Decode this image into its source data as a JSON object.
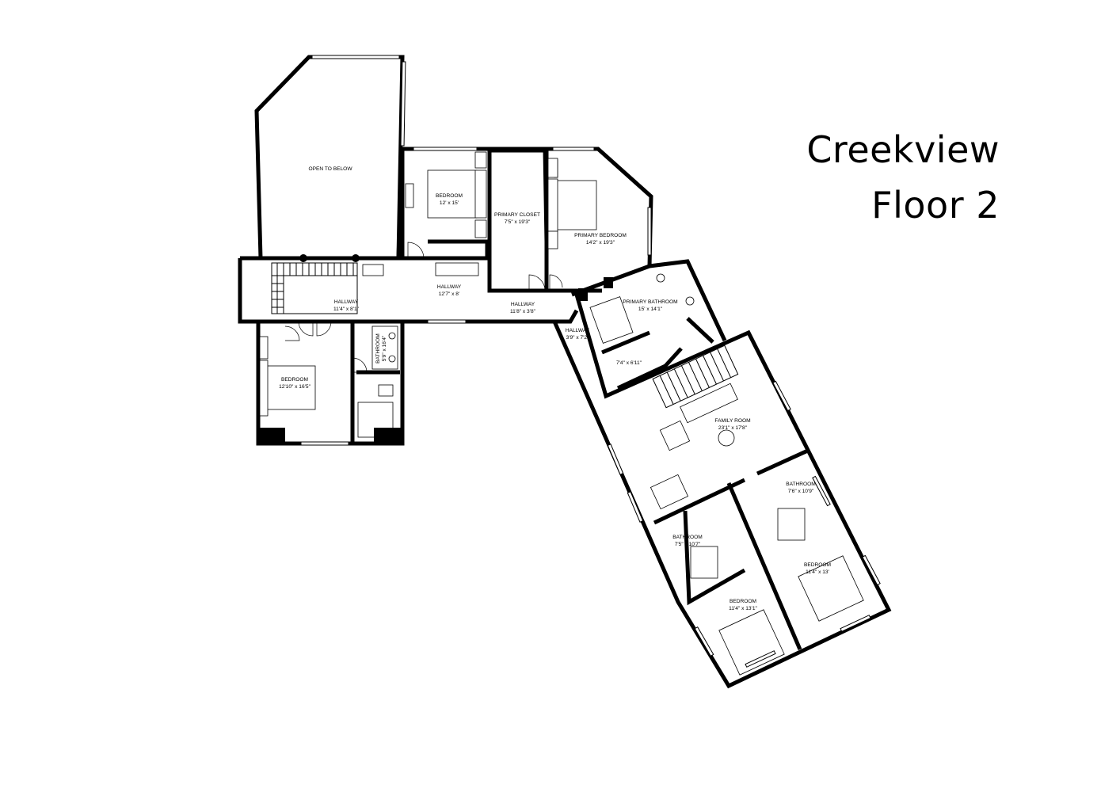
{
  "title": {
    "line1": "Creekview",
    "line2": "Floor 2"
  },
  "rooms": [
    {
      "id": "open",
      "lines": [
        "OPEN TO BELOW"
      ]
    },
    {
      "id": "bed1",
      "lines": [
        "BEDROOM",
        "12' x 15'"
      ]
    },
    {
      "id": "pcloset",
      "lines": [
        "PRIMARY CLOSET",
        "7'5\" x 19'3\""
      ]
    },
    {
      "id": "pbed",
      "lines": [
        "PRIMARY BEDROOM",
        "14'2\" x 19'3\""
      ]
    },
    {
      "id": "hall1",
      "lines": [
        "HALLWAY",
        "12'7\" x 8'"
      ]
    },
    {
      "id": "hall2",
      "lines": [
        "HALLWAY",
        "11'4\" x 8'1\""
      ]
    },
    {
      "id": "hall3",
      "lines": [
        "HALLWAY",
        "11'8\" x 3'8\""
      ]
    },
    {
      "id": "hall4",
      "lines": [
        "HALLWAY",
        "3'9\" x 7'2\""
      ]
    },
    {
      "id": "pbath",
      "lines": [
        "PRIMARY BATHROOM",
        "15' x 14'1\""
      ]
    },
    {
      "id": "wc",
      "lines": [
        "7'4\" x 6'11\""
      ]
    },
    {
      "id": "bed2",
      "lines": [
        "BEDROOM",
        "12'10\" x 16'5\""
      ]
    },
    {
      "id": "bath1",
      "lines": [
        "BATHROOM",
        "5'9\" x 16'4\""
      ]
    },
    {
      "id": "family",
      "lines": [
        "FAMILY ROOM",
        "23'1\" x 17'8\""
      ]
    },
    {
      "id": "bath2",
      "lines": [
        "BATHROOM",
        "7'6\" x 10'9\""
      ]
    },
    {
      "id": "bath3",
      "lines": [
        "BATHROOM",
        "7'5\" x 10'7\""
      ]
    },
    {
      "id": "bed3",
      "lines": [
        "BEDROOM",
        "11'4\" x 13'"
      ]
    },
    {
      "id": "bed4",
      "lines": [
        "BEDROOM",
        "11'4\" x 13'1\""
      ]
    }
  ]
}
